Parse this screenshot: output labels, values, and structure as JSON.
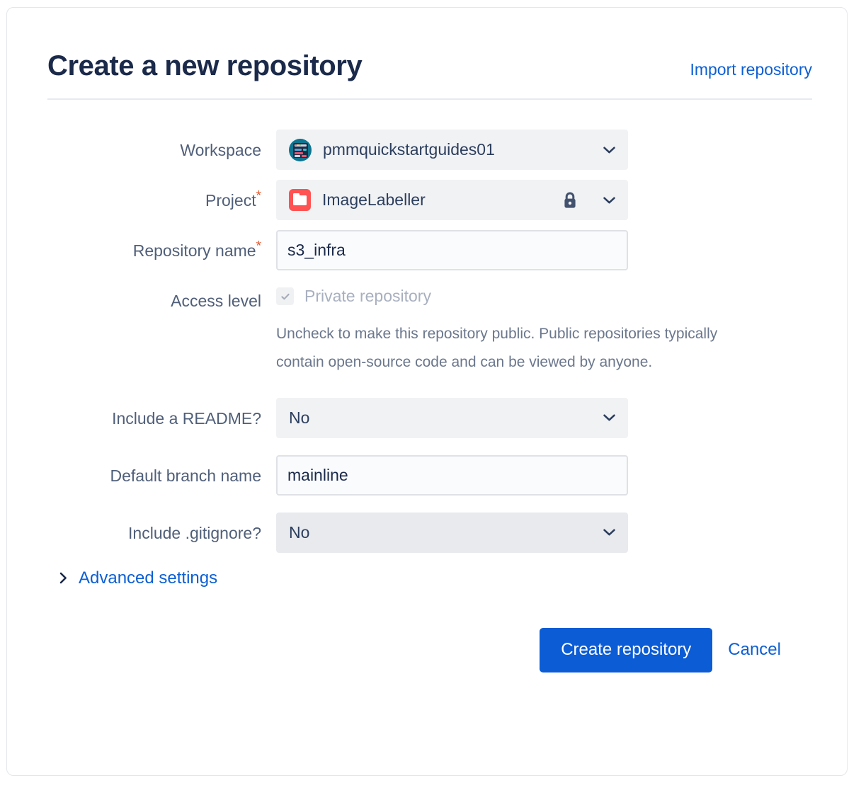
{
  "header": {
    "title": "Create a new repository",
    "import_link": "Import repository"
  },
  "form": {
    "workspace": {
      "label": "Workspace",
      "value": "pmmquickstartguides01",
      "avatar_icon": "workspace-avatar-icon",
      "chevron_icon": "chevron-down-icon",
      "required": false
    },
    "project": {
      "label": "Project",
      "required_marker": "*",
      "value": "ImageLabeller",
      "project_icon": "project-folder-icon",
      "lock_icon": "lock-icon",
      "chevron_icon": "chevron-down-icon",
      "icon_color": "#ff5252"
    },
    "repository_name": {
      "label": "Repository name",
      "required_marker": "*",
      "value": "s3_infra",
      "placeholder": ""
    },
    "access_level": {
      "label": "Access level",
      "checkbox_label": "Private repository",
      "checked": true,
      "disabled": true,
      "check_icon": "checkmark-icon",
      "help_text": "Uncheck to make this repository public. Public repositories typically contain open-source code and can be viewed by anyone."
    },
    "include_readme": {
      "label": "Include a README?",
      "value": "No",
      "chevron_icon": "chevron-down-icon"
    },
    "default_branch_name": {
      "label": "Default branch name",
      "value": "mainline",
      "placeholder": ""
    },
    "include_gitignore": {
      "label": "Include .gitignore?",
      "value": "No",
      "chevron_icon": "chevron-down-icon"
    },
    "advanced_settings": {
      "label": "Advanced settings",
      "chevron_icon": "chevron-right-icon",
      "expanded": false
    }
  },
  "actions": {
    "create_label": "Create repository",
    "cancel_label": "Cancel",
    "primary_color": "#0b5cd5",
    "link_color": "#0c5fd4"
  }
}
